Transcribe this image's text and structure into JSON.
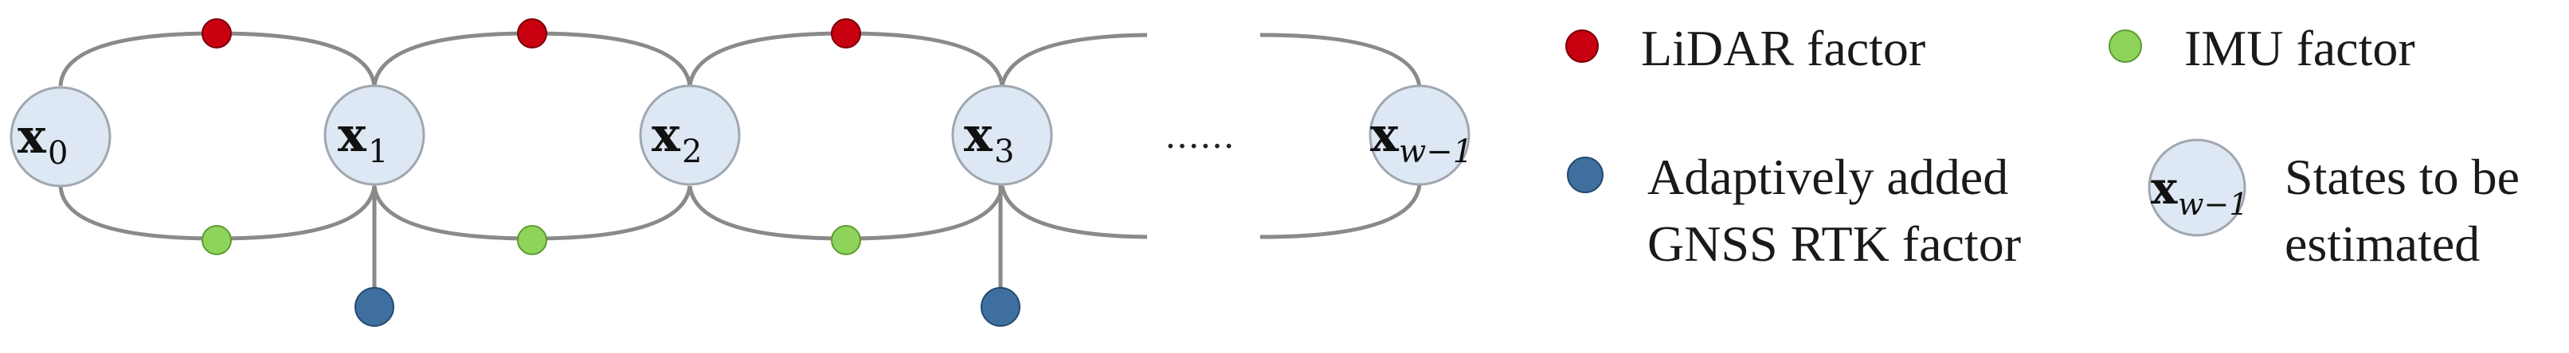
{
  "states": [
    {
      "base": "x",
      "sub": "0"
    },
    {
      "base": "x",
      "sub": "1"
    },
    {
      "base": "x",
      "sub": "2"
    },
    {
      "base": "x",
      "sub": "3"
    },
    {
      "base": "x",
      "sub": "w−1"
    }
  ],
  "ellipsis": "……",
  "legend": {
    "lidar_label": "LiDAR factor",
    "imu_label": "IMU factor",
    "gnss_label_line1": "Adaptively added",
    "gnss_label_line2": "GNSS RTK factor",
    "state_symbol_base": "x",
    "state_symbol_sub": "w−1",
    "state_label_line1": "States to be",
    "state_label_line2": "estimated"
  },
  "colors": {
    "lidar": "#c8000f",
    "imu": "#8fd45a",
    "gnss": "#3f6f9e",
    "state_fill": "#dde8f4",
    "edge": "#8a8a8a"
  }
}
